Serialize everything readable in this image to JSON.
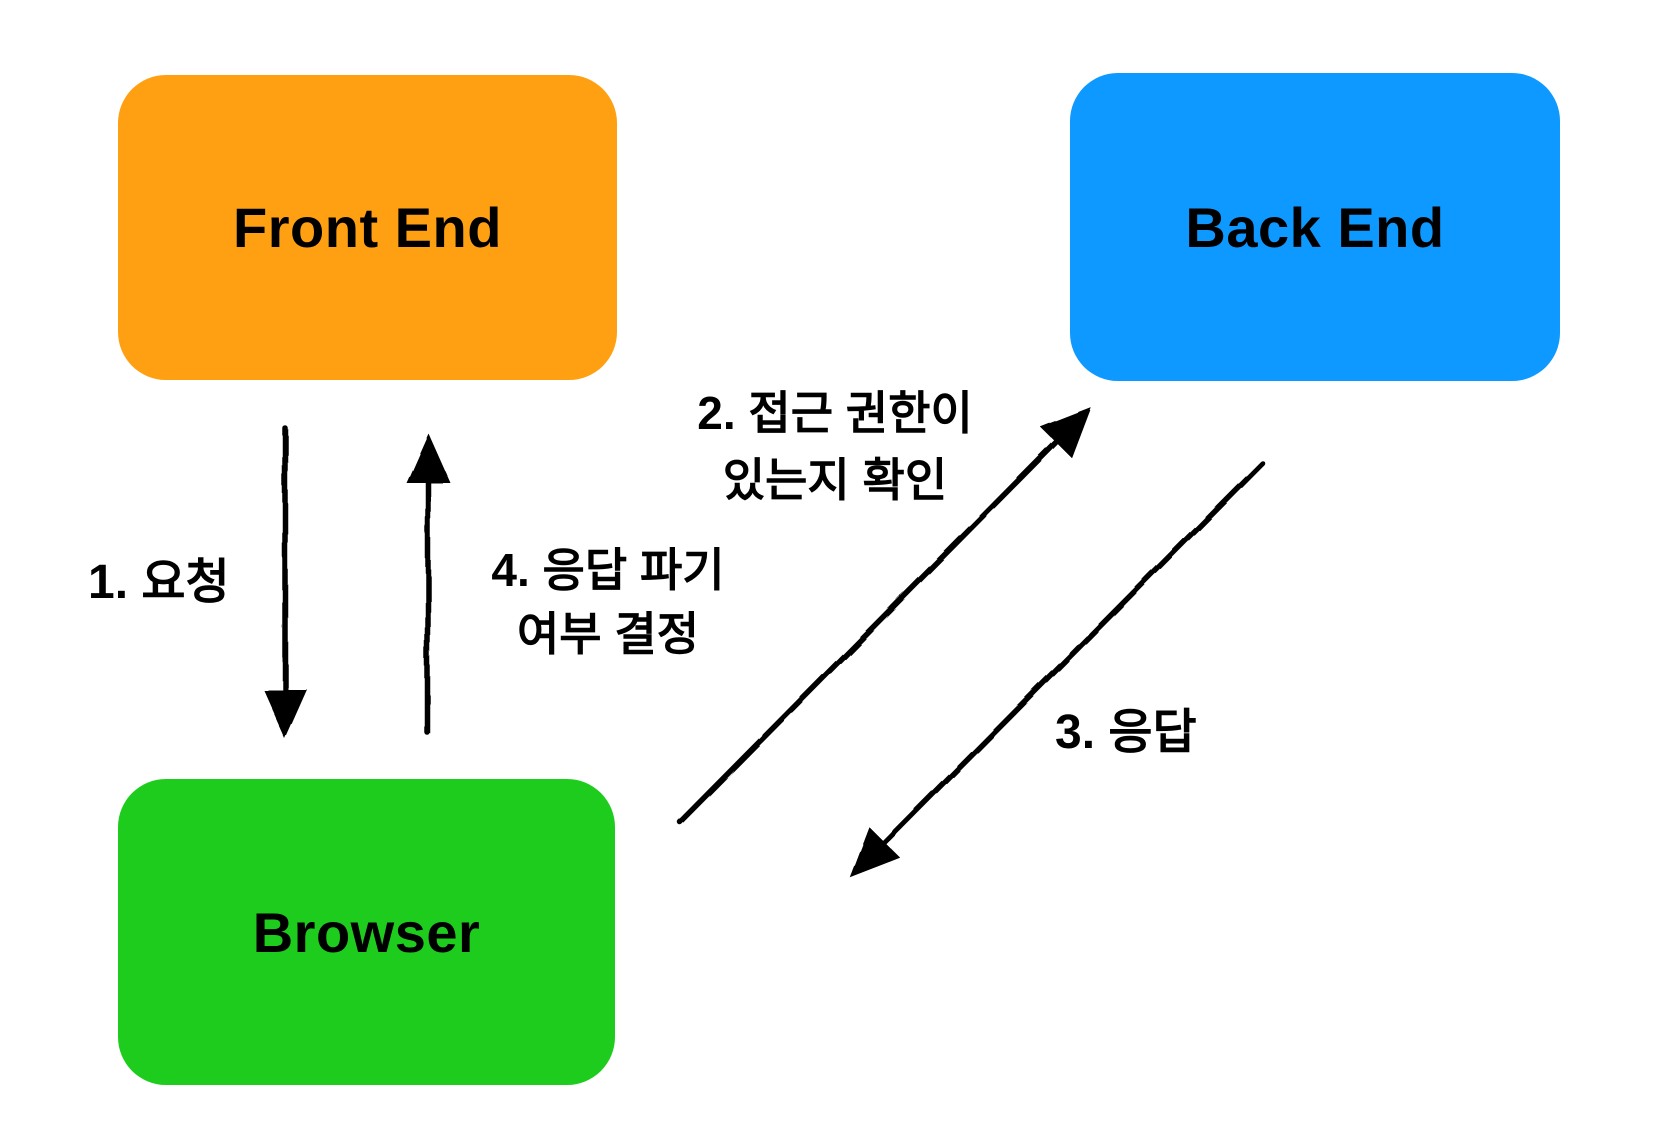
{
  "diagram": {
    "background": "#ffffff",
    "ink": "#000000",
    "nodes": {
      "front_end": {
        "label": "Front End",
        "color": "#FFA013"
      },
      "back_end": {
        "label": "Back End",
        "color": "#0D99FF"
      },
      "browser": {
        "label": "Browser",
        "color": "#1ECC1E"
      }
    },
    "steps": {
      "step1": {
        "label": "1. 요청",
        "from": "Front End",
        "to": "Browser"
      },
      "step2": {
        "line1": "2. 접근 권한이",
        "line2": "있는지 확인",
        "from": "Browser",
        "to": "Back End"
      },
      "step3": {
        "label": "3. 응답",
        "from": "Back End",
        "to": "Browser"
      },
      "step4": {
        "line1": "4. 응답 파기",
        "line2": "여부 결정",
        "from": "Browser",
        "to": "Front End"
      }
    }
  }
}
